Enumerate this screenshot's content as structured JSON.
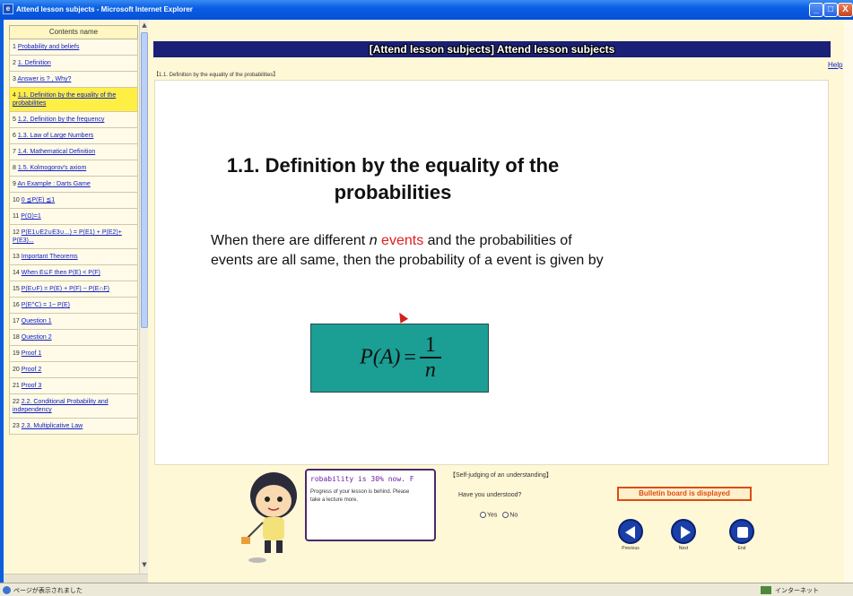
{
  "window": {
    "app_icon": "ie-icon",
    "title": "Attend lesson subjects - Microsoft Internet Explorer",
    "min_glyph": "_",
    "max_glyph": "□",
    "close_glyph": "X"
  },
  "toc": {
    "header": "Contents name",
    "items": [
      {
        "num": "1",
        "label": "Probability and beliefs",
        "active": false
      },
      {
        "num": "2",
        "label": "1. Definition",
        "active": false
      },
      {
        "num": "3",
        "label": "Answer is ? , Why?",
        "active": false
      },
      {
        "num": "4",
        "label": "1.1. Definition by the equality of the probabilities",
        "active": true
      },
      {
        "num": "5",
        "label": "1.2. Definition by the frequency",
        "active": false
      },
      {
        "num": "6",
        "label": "1.3. Law of Large Numbers",
        "active": false
      },
      {
        "num": "7",
        "label": "1.4. Mathematical Definition",
        "active": false
      },
      {
        "num": "8",
        "label": "1.5. Kolmogorov's axiom",
        "active": false
      },
      {
        "num": "9",
        "label": "An Example : Darts Game",
        "active": false
      },
      {
        "num": "10",
        "label": "0 ≦P(E) ≦1",
        "active": false
      },
      {
        "num": "11",
        "label": "P(Ω)=1",
        "active": false
      },
      {
        "num": "12",
        "label": "P(E1∪E2∪E3∪...) = P(E1) + P(E2)+ P(E3)...",
        "active": false
      },
      {
        "num": "13",
        "label": "Important Theorems",
        "active": false
      },
      {
        "num": "14",
        "label": "When E⊆F then P(E) < P(F)",
        "active": false
      },
      {
        "num": "15",
        "label": "P(E∪F) = P(E) + P(F) − P(E∩F)",
        "active": false
      },
      {
        "num": "16",
        "label": "P(E^C) = 1− P(E)",
        "active": false
      },
      {
        "num": "17",
        "label": "Question 1",
        "active": false
      },
      {
        "num": "18",
        "label": "Question 2",
        "active": false
      },
      {
        "num": "19",
        "label": "Proof 1",
        "active": false
      },
      {
        "num": "20",
        "label": "Proof 2",
        "active": false
      },
      {
        "num": "21",
        "label": "Proof 3",
        "active": false
      },
      {
        "num": "22",
        "label": "2.2. Conditional Probability and independency",
        "active": false
      },
      {
        "num": "23",
        "label": "2.3. Multiplicative Law",
        "active": false
      }
    ]
  },
  "main": {
    "banner_title": "[Attend lesson subjects]  Attend lesson subjects",
    "help": "Help",
    "section_label": "【1.1. Definition by the equality of the probabilities】"
  },
  "slide": {
    "title": "1.1. Definition by the equality of the probabilities",
    "body_1": "When there are different ",
    "body_n": "n",
    "body_events": " events",
    "body_2": " and the probabilities of events are all same, then the probability of a event is given by",
    "formula_lhs": "P(A)",
    "formula_eq": "=",
    "formula_num": "1",
    "formula_den": "n"
  },
  "player": {
    "play_glyph": "▶",
    "pause_glyph": "II"
  },
  "bottom": {
    "ticker": "robability is 30% now. F",
    "progress_msg": "Progress of your lesson is behind. Please take a lecture more.",
    "judge_label": "【Self-judging of an understanding】",
    "judge_question": "Have you understood?",
    "yes": "Yes",
    "no": "No",
    "bulletin": "Bulletin board is displayed",
    "previous": "Previous",
    "next": "Next",
    "end": "End"
  },
  "status": {
    "left_text": "ページが表示されました",
    "zone_text": "インターネット"
  },
  "colors": {
    "active_item": "#ffee44",
    "banner": "#1a1f78",
    "formula_bg": "#1b9e94",
    "nav_button": "#1a3fa8",
    "bulletin_border": "#e04a10"
  }
}
